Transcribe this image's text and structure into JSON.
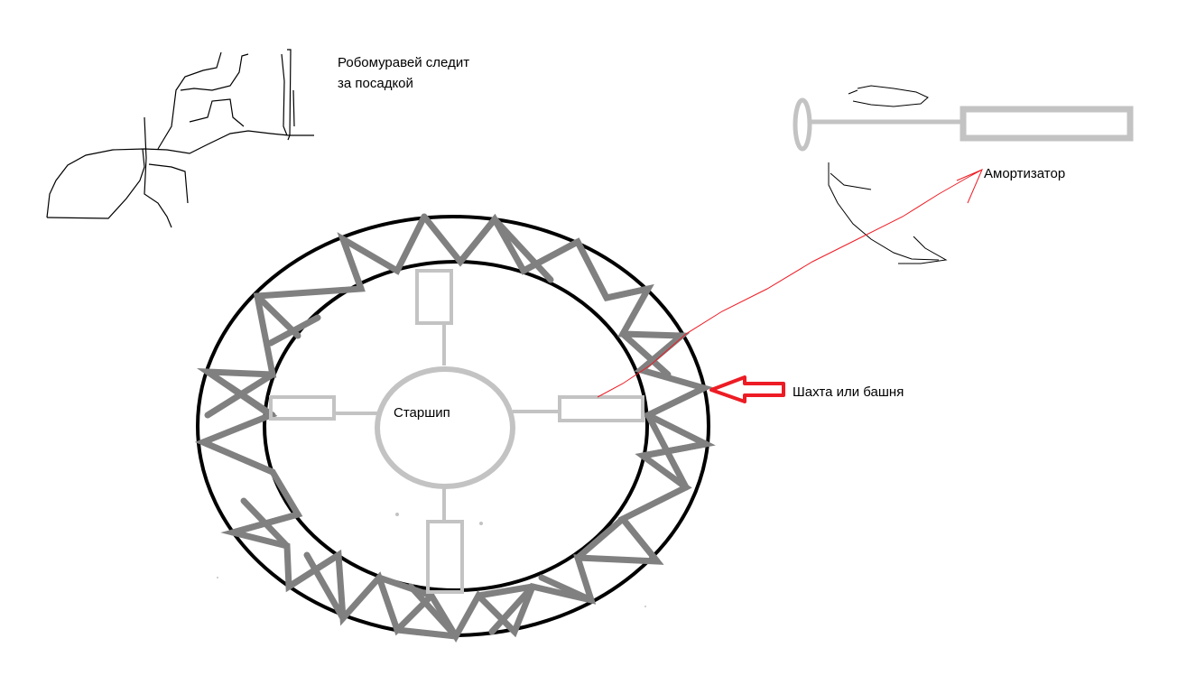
{
  "labels": {
    "robo_ant_line1": "Робомуравей следит",
    "robo_ant_line2": "за посадкой",
    "shock_absorber": "Амортизатор",
    "starship": "Старшип",
    "shaft_or_tower": "Шахта или башня"
  },
  "colors": {
    "ring": "#000000",
    "truss": "#808080",
    "arms": "#c3c3c3",
    "pointer": "#ed1c24"
  }
}
